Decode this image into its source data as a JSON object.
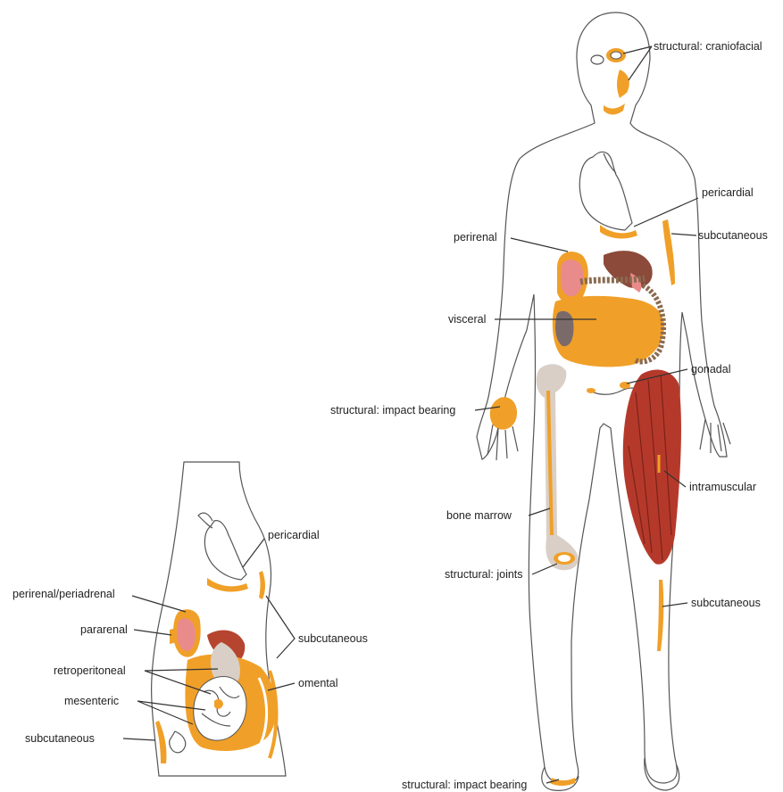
{
  "colors": {
    "fat": "#f0a028",
    "kidney": "#e98b8b",
    "liver": "#8c4a3a",
    "muscle": "#b5392b",
    "bone": "#d9cfc6",
    "gut_dark": "#7a6a6a",
    "outline": "#555555"
  },
  "front_figure": {
    "labels": {
      "craniofacial": "structural: craniofacial",
      "pericardial": "pericardial",
      "subcutaneous_arm": "subcutaneous",
      "perirenal": "perirenal",
      "visceral": "visceral",
      "gonadal": "gonadal",
      "impact_hand": "structural: impact bearing",
      "intramuscular": "intramuscular",
      "bone_marrow": "bone marrow",
      "joints": "structural: joints",
      "subcutaneous_leg": "subcutaneous",
      "impact_foot": "structural: impact bearing"
    }
  },
  "side_figure": {
    "labels": {
      "pericardial": "pericardial",
      "perirenal": "perirenal/periadrenal",
      "pararenal": "pararenal",
      "subcutaneous_back": "subcutaneous",
      "retroperitoneal": "retroperitoneal",
      "omental": "omental",
      "mesenteric": "mesenteric",
      "subcutaneous_front": "subcutaneous"
    }
  }
}
